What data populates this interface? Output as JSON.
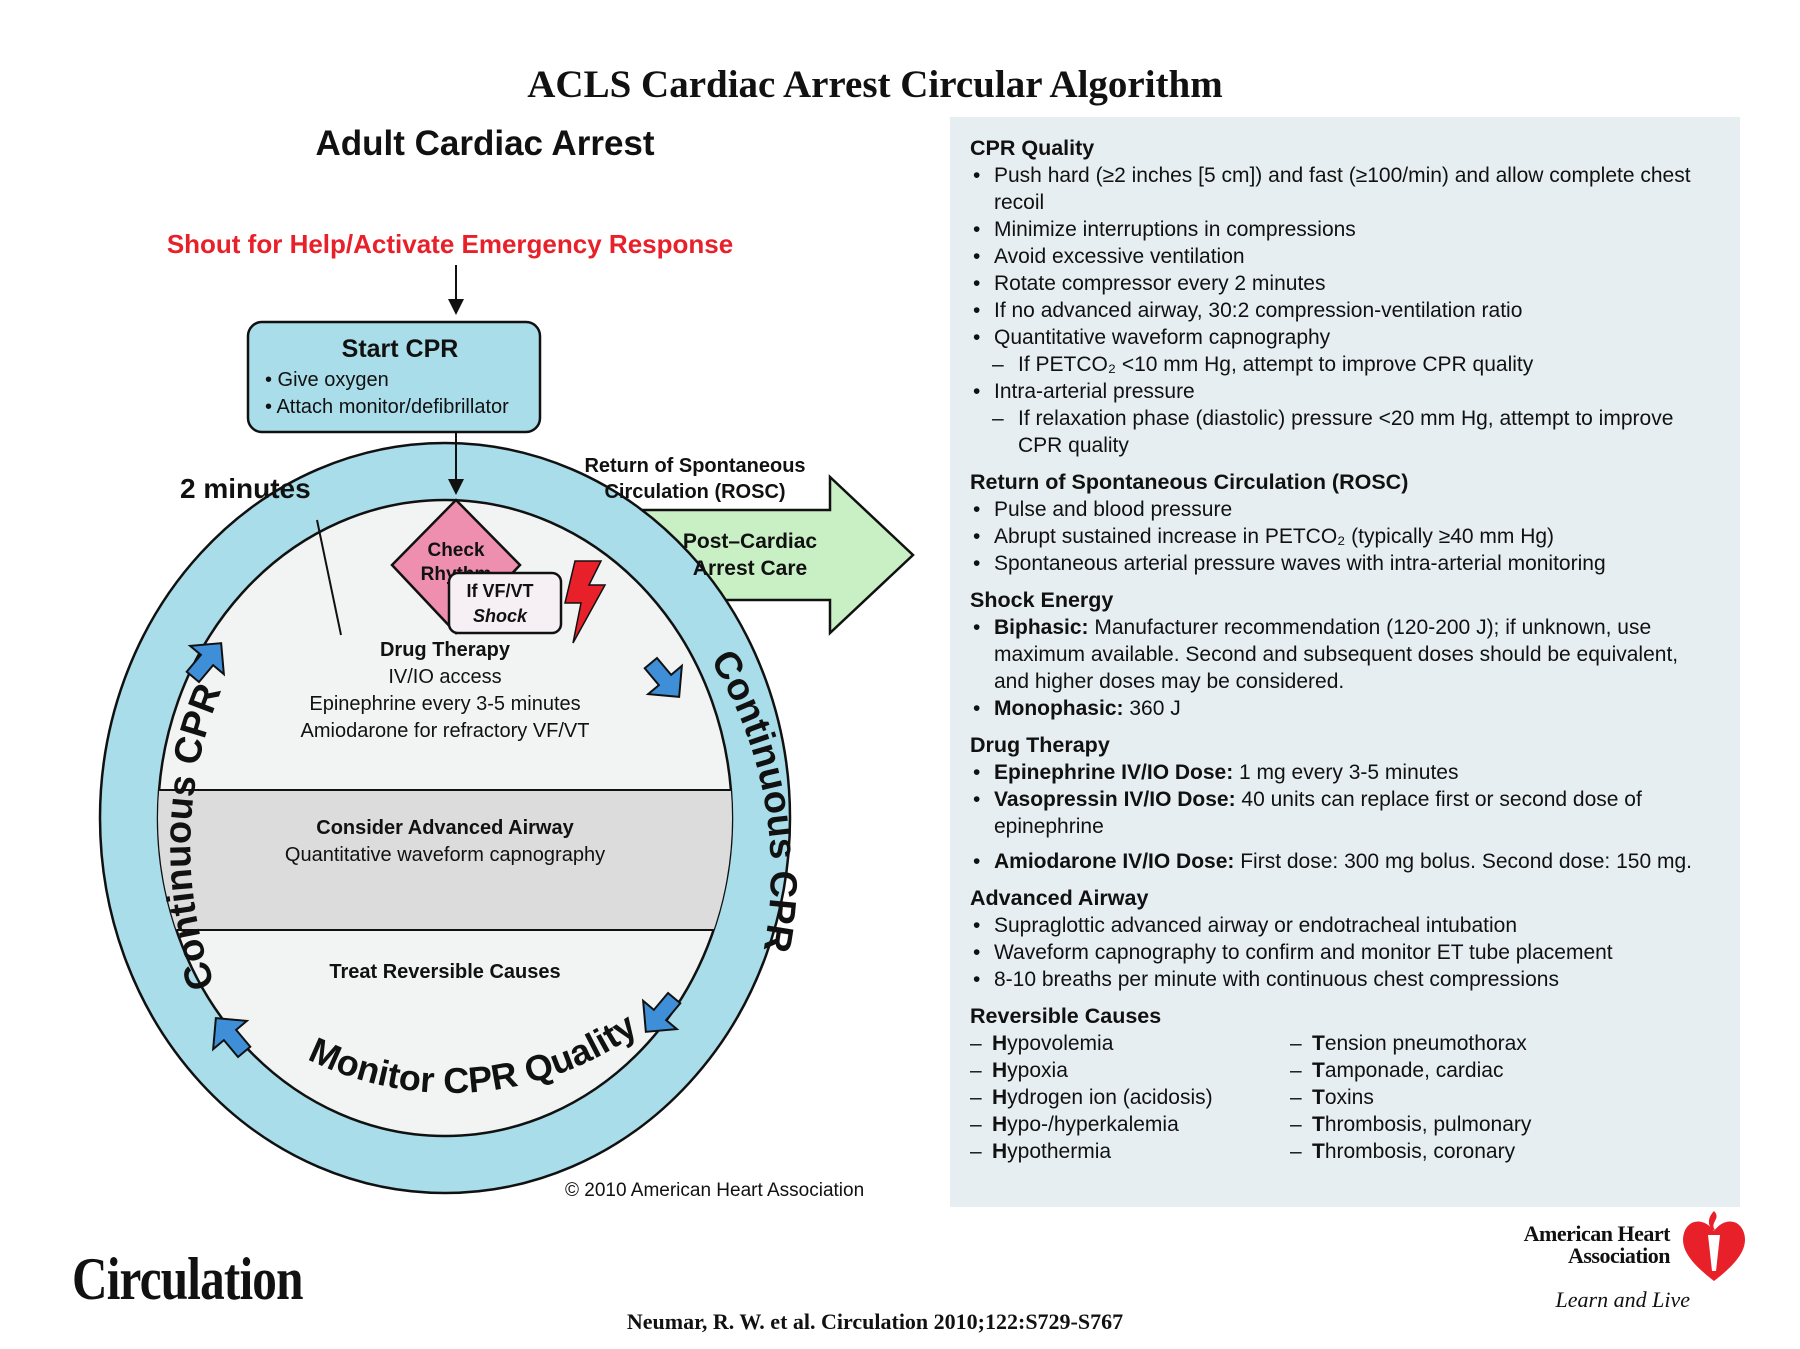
{
  "main_title": "ACLS Cardiac Arrest Circular Algorithm",
  "diagram": {
    "title": "Adult Cardiac Arrest",
    "shout": "Shout for Help/Activate Emergency Response",
    "start_cpr": {
      "title": "Start CPR",
      "items": [
        "• Give oxygen",
        "• Attach monitor/defibrillator"
      ]
    },
    "two_minutes": "2 minutes",
    "rosc_label": [
      "Return of Spontaneous",
      "Circulation (ROSC)"
    ],
    "post_cardiac": [
      "Post–Cardiac",
      "Arrest Care"
    ],
    "check_rhythm": [
      "Check",
      "Rhythm"
    ],
    "shock": [
      "If VF/VT",
      "Shock"
    ],
    "drug_therapy": {
      "title": "Drug Therapy",
      "lines": [
        "IV/IO access",
        "Epinephrine every 3-5 minutes",
        "Amiodarone for refractory VF/VT"
      ]
    },
    "airway": {
      "title": "Consider Advanced Airway",
      "line": "Quantitative waveform capnography"
    },
    "reversible": "Treat Reversible Causes",
    "ring_left": "Continuous CPR",
    "ring_right": "Continuous CPR",
    "ring_bottom": "Monitor CPR Quality",
    "colors": {
      "ring": "#a8dde9",
      "box": "#a8dde9",
      "diamond": "#ee8fb0",
      "arrow_green": "#c8f0c4",
      "shout_red": "#e8202a",
      "ring_arrow": "#3f8fd8",
      "airway_band": "#dcdcdc",
      "bolt": "#e8202a"
    }
  },
  "panel": {
    "cpr_quality": {
      "title": "CPR Quality",
      "items": [
        "Push hard (≥2 inches [5 cm]) and fast (≥100/min) and allow complete chest recoil",
        "Minimize interruptions in compressions",
        "Avoid excessive ventilation",
        "Rotate compressor every 2 minutes",
        "If no advanced airway, 30:2 compression-ventilation ratio",
        "Quantitative waveform capnography"
      ],
      "sub1": "If PETCO₂ <10 mm Hg, attempt to improve CPR quality",
      "item7": "Intra-arterial pressure",
      "sub2": "If relaxation phase (diastolic) pressure <20 mm Hg, attempt to improve CPR quality"
    },
    "rosc": {
      "title": "Return of Spontaneous Circulation (ROSC)",
      "items": [
        "Pulse and blood pressure",
        "Abrupt sustained increase in PETCO₂ (typically ≥40 mm Hg)",
        "Spontaneous arterial pressure waves with intra-arterial monitoring"
      ]
    },
    "shock_energy": {
      "title": "Shock Energy",
      "biphasic_label": "Biphasic:",
      "biphasic_text": " Manufacturer recommendation (120-200 J); if unknown, use maximum available. Second and subsequent doses should be equivalent, and higher doses may be considered.",
      "mono_label": "Monophasic:",
      "mono_text": " 360 J"
    },
    "drug_therapy": {
      "title": "Drug Therapy",
      "epi_label": "Epinephrine IV/IO Dose:",
      "epi_text": " 1 mg every 3-5 minutes",
      "vaso_label": "Vasopressin IV/IO Dose:",
      "vaso_text": " 40 units can replace first or second dose of epinephrine",
      "amio_label": "Amiodarone IV/IO Dose:",
      "amio_text": " First dose: 300 mg bolus. Second dose: 150 mg."
    },
    "advanced_airway": {
      "title": "Advanced Airway",
      "items": [
        "Supraglottic advanced airway or endotracheal intubation",
        "Waveform capnography to confirm and monitor ET tube placement",
        "8-10 breaths per minute with continuous chest compressions"
      ]
    },
    "reversible_causes": {
      "title": "Reversible Causes",
      "left": [
        {
          "h": "H",
          "rest": "ypovolemia"
        },
        {
          "h": "H",
          "rest": "ypoxia"
        },
        {
          "h": "H",
          "rest": "ydrogen ion (acidosis)"
        },
        {
          "h": "H",
          "rest": "ypo-/hyperkalemia"
        },
        {
          "h": "H",
          "rest": "ypothermia"
        }
      ],
      "right": [
        {
          "h": "T",
          "rest": "ension pneumothorax"
        },
        {
          "h": "T",
          "rest": "amponade, cardiac"
        },
        {
          "h": "T",
          "rest": "oxins"
        },
        {
          "h": "T",
          "rest": "hrombosis, pulmonary"
        },
        {
          "h": "T",
          "rest": "hrombosis, coronary"
        }
      ]
    }
  },
  "copyright": "© 2010 American Heart Association",
  "journal": "Circulation",
  "citation": "Neumar, R. W. et al. Circulation 2010;122:S729-S767",
  "aha": {
    "name_line1": "American Heart",
    "name_line2": "Association",
    "tagline": "Learn and Live"
  }
}
